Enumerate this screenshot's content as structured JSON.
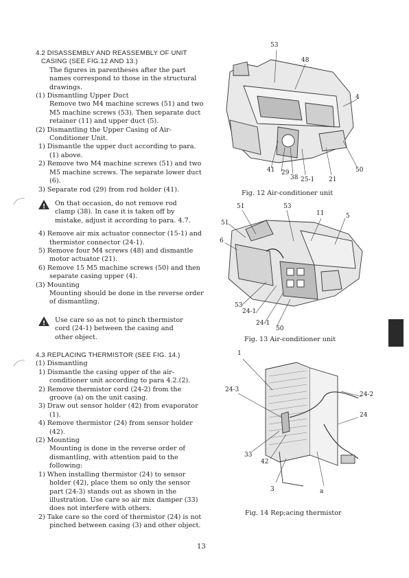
{
  "left_lines": [
    {
      "t": "4.2 DISASSEMBLY AND REASSEMBLY OF UNIT",
      "x": 0,
      "cls": "ttl"
    },
    {
      "t": "CASING (SEE FIG.12 AND 13.)",
      "x": 8,
      "cls": "ttl"
    },
    {
      "t": "The figures in parentheses after the part",
      "x": 20
    },
    {
      "t": "names correspond to those in the structural",
      "x": 20
    },
    {
      "t": "drawings.",
      "x": 20
    },
    {
      "t": "(1)  Dismantling Upper Duct",
      "x": 0
    },
    {
      "t": "Remove two M4 machine screws (51) and two",
      "x": 20
    },
    {
      "t": "M5 machine screws (53). Then separate duct",
      "x": 20
    },
    {
      "t": "retainer (11) and upper duct (5).",
      "x": 20
    },
    {
      "t": "(2)  Dismantling the Upper Casing of Air-",
      "x": 0
    },
    {
      "t": "Conditioner Unit.",
      "x": 20
    },
    {
      "t": "1)  Dismantle the upper duct according to para.",
      "x": 4
    },
    {
      "t": "(1) above.",
      "x": 20
    },
    {
      "t": "2)  Remove two M4 machine screws (51) and two",
      "x": 4
    },
    {
      "t": "M5 machine screws. The separate lower duct",
      "x": 20
    },
    {
      "t": "(6).",
      "x": 20
    },
    {
      "t": "3)  Separate rod (29) from rod holder (41).",
      "x": 4
    }
  ],
  "warn1": [
    "On that occasion, do not remove rod",
    "clamp (38). In case it is taken off by",
    "mistake, adjust it according to para. 4.7."
  ],
  "left_lines2": [
    {
      "t": "4)  Remove air mix actuator connector (15-1) and",
      "x": 4
    },
    {
      "t": "thermistor connector (24-1).",
      "x": 20
    },
    {
      "t": "5)  Remove four M4 screws (48) and dismantle",
      "x": 4
    },
    {
      "t": "motor actuator (21).",
      "x": 20
    },
    {
      "t": "6)  Remove 15 M5 machine screws (50) and then",
      "x": 4
    },
    {
      "t": "separate casing upper (4).",
      "x": 20
    },
    {
      "t": "(3)  Mounting",
      "x": 0
    },
    {
      "t": "Mounting should be done in the reverse order",
      "x": 20
    },
    {
      "t": "of dismantling.",
      "x": 20
    }
  ],
  "warn2": [
    "Use care so as not to pinch thermistor",
    "cord (24-1) between the casing and",
    "other object."
  ],
  "left_lines3": [
    {
      "t": "4.3 REPLACING THERMISTOR (SEE FIG. 14.)",
      "x": 0,
      "cls": "ttl"
    },
    {
      "t": "(1)  Dismantling",
      "x": 0
    },
    {
      "t": "1)  Dismantle the casing upper of the air-",
      "x": 4
    },
    {
      "t": "conditioner unit according to para 4.2.(2).",
      "x": 20
    },
    {
      "t": "2)  Remove thermistor cord (24-2) from the",
      "x": 4
    },
    {
      "t": "groove (a) on the unit casing.",
      "x": 20
    },
    {
      "t": "3)  Draw out sensor holder (42) from evaporator",
      "x": 4
    },
    {
      "t": "(1).",
      "x": 20
    },
    {
      "t": "4)  Remove thermistor (24) from sensor holder",
      "x": 4
    },
    {
      "t": "(42).",
      "x": 20
    },
    {
      "t": "(2)  Mounting",
      "x": 0
    },
    {
      "t": "Mounting is done in the reverse order of",
      "x": 20
    },
    {
      "t": "dismantling, with attention paid to the",
      "x": 20
    },
    {
      "t": "following:",
      "x": 20
    },
    {
      "t": "1)  When installing thermistor (24) to sensor",
      "x": 4
    },
    {
      "t": "holder (42), place them so only the sensor",
      "x": 20
    },
    {
      "t": "part (24-3) stands out as shown in the",
      "x": 20
    },
    {
      "t": "illustration. Use care so air mix damper (33)",
      "x": 20
    },
    {
      "t": "does not interfere with others.",
      "x": 20
    },
    {
      "t": "2)  Take care so the cord of thermistor (24) is not",
      "x": 4
    },
    {
      "t": "pinched between casing (3) and other object.",
      "x": 20
    }
  ],
  "fig12": {
    "caption": "Fig. 12   Air-conditioner unit",
    "labels": [
      "53",
      "48",
      "4",
      "41",
      "29",
      "38",
      "25-1",
      "21",
      "50"
    ]
  },
  "fig13": {
    "caption": "Fig. 13   Air-conditioner unit",
    "labels": [
      "51",
      "53",
      "11",
      "5",
      "51",
      "6",
      "53",
      "24-1",
      "24-1",
      "50"
    ]
  },
  "fig14": {
    "caption": "Fig. 14   Rep;acing thermistor",
    "labels": [
      "1",
      "24-3",
      "24-2",
      "24",
      "33",
      "42",
      "3",
      "a"
    ]
  },
  "page_number": "13"
}
